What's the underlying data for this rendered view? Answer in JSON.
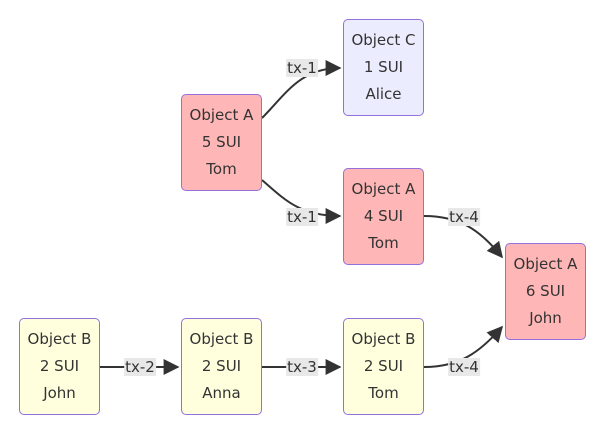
{
  "diagram": {
    "type": "flowchart",
    "direction": "left-to-right",
    "nodes": [
      {
        "id": "a5",
        "lines": [
          "Object A",
          "5 SUI",
          "Tom"
        ],
        "color": "#ffb6b6"
      },
      {
        "id": "c1",
        "lines": [
          "Object C",
          "1 SUI",
          "Alice"
        ],
        "color": "#ececff"
      },
      {
        "id": "a4",
        "lines": [
          "Object A",
          "4 SUI",
          "Tom"
        ],
        "color": "#ffb6b6"
      },
      {
        "id": "a6",
        "lines": [
          "Object A",
          "6 SUI",
          "John"
        ],
        "color": "#ffb6b6"
      },
      {
        "id": "b_john",
        "lines": [
          "Object B",
          "2 SUI",
          "John"
        ],
        "color": "#ffffde"
      },
      {
        "id": "b_anna",
        "lines": [
          "Object B",
          "2 SUI",
          "Anna"
        ],
        "color": "#ffffde"
      },
      {
        "id": "b_tom",
        "lines": [
          "Object B",
          "2 SUI",
          "Tom"
        ],
        "color": "#ffffde"
      }
    ],
    "edges": [
      {
        "from": "a5",
        "to": "c1",
        "label": "tx-1"
      },
      {
        "from": "a5",
        "to": "a4",
        "label": "tx-1"
      },
      {
        "from": "a4",
        "to": "a6",
        "label": "tx-4"
      },
      {
        "from": "b_john",
        "to": "b_anna",
        "label": "tx-2"
      },
      {
        "from": "b_anna",
        "to": "b_tom",
        "label": "tx-3"
      },
      {
        "from": "b_tom",
        "to": "a6",
        "label": "tx-4"
      }
    ],
    "colors": {
      "node_border": "#9370db",
      "edge": "#333333",
      "label_bg": "#e8e8e8"
    }
  }
}
